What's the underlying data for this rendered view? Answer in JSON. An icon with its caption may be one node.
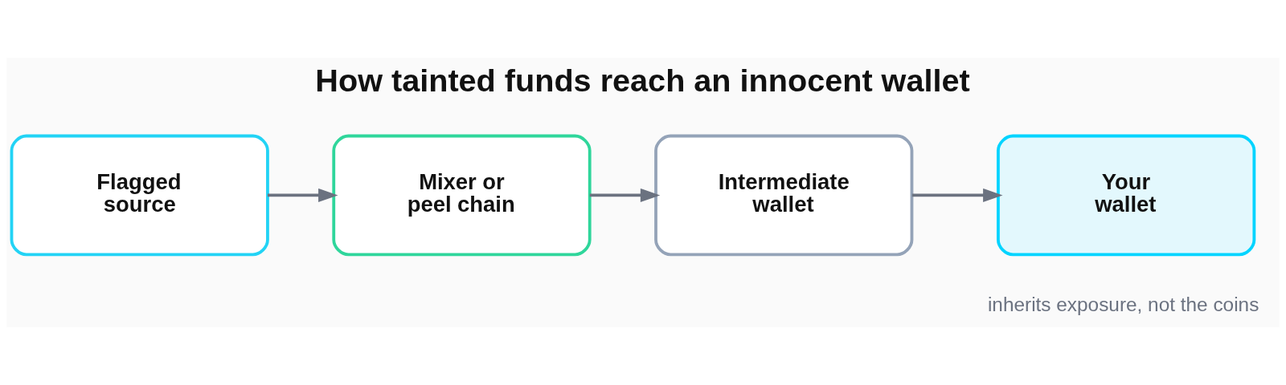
{
  "diagram": {
    "title": "How tainted funds reach an innocent wallet",
    "nodes": [
      {
        "text": [
          "Flagged source"
        ]
      },
      {
        "text": [
          "Mixer or peel chain"
        ]
      },
      {
        "text": [
          "Intermediate wallet"
        ]
      },
      {
        "text": [
          "Your wallet"
        ],
        "beside": [
          "inherits exposure, not the coins"
        ]
      }
    ],
    "edges": [
      {
        "from": 0,
        "to": 1,
        "arrow": "to"
      },
      {
        "from": 1,
        "to": 2,
        "arrow": "to"
      },
      {
        "from": 2,
        "to": 3,
        "arrow": "to"
      }
    ]
  }
}
